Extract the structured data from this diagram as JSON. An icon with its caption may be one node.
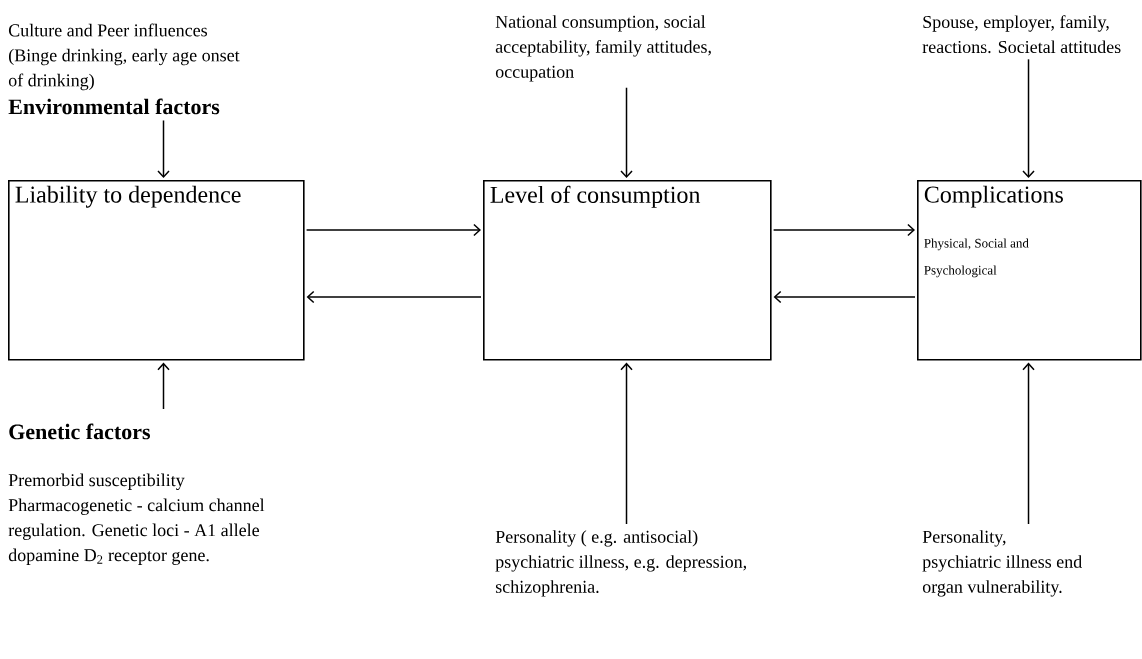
{
  "diagram": {
    "nodes": [
      {
        "text": [
          "Culture and Peer influences (Binge drinking, early age onset of drinking)",
          "Environmental factors"
        ]
      },
      {
        "text": [
          "Liability to dependence"
        ]
      },
      {
        "text": [
          "National consumption, social acceptability, family attitudes, occupation"
        ]
      },
      {
        "text": [
          "Level of consumption"
        ]
      },
      {
        "text": [
          "Spouse, employer, family, reactions. Societal attitudes"
        ]
      },
      {
        "text": [
          "Complications",
          "Physical, Social and Psychological"
        ]
      },
      {
        "text": [
          "Genetic factors",
          "Premorbid susceptibility Pharmacogenetic - calcium channel regulation. Genetic loci - A1 allele dopamine D$_{2}$ receptor gene."
        ]
      },
      {
        "text": [
          "Personality ( e.g. antisocial) psychiatric illness, e.g. depression, schizophrenia."
        ]
      },
      {
        "text": [
          "Personality, psychiatric illness end organ vulnerability."
        ]
      }
    ],
    "edges": [
      {
        "from": 0,
        "to": 1,
        "arrow": "to"
      },
      {
        "from": 2,
        "to": 3,
        "arrow": "to"
      },
      {
        "from": 4,
        "to": 5,
        "arrow": "to"
      },
      {
        "from": 6,
        "to": 1,
        "arrow": "to"
      },
      {
        "from": 7,
        "to": 3,
        "arrow": "to"
      },
      {
        "from": 8,
        "to": 5,
        "arrow": "to"
      },
      {
        "from": 1,
        "to": 3,
        "arrow": "to"
      },
      {
        "from": 3,
        "to": 1,
        "arrow": "to"
      },
      {
        "from": 3,
        "to": 5,
        "arrow": "to"
      },
      {
        "from": 5,
        "to": 3,
        "arrow": "to"
      }
    ]
  }
}
